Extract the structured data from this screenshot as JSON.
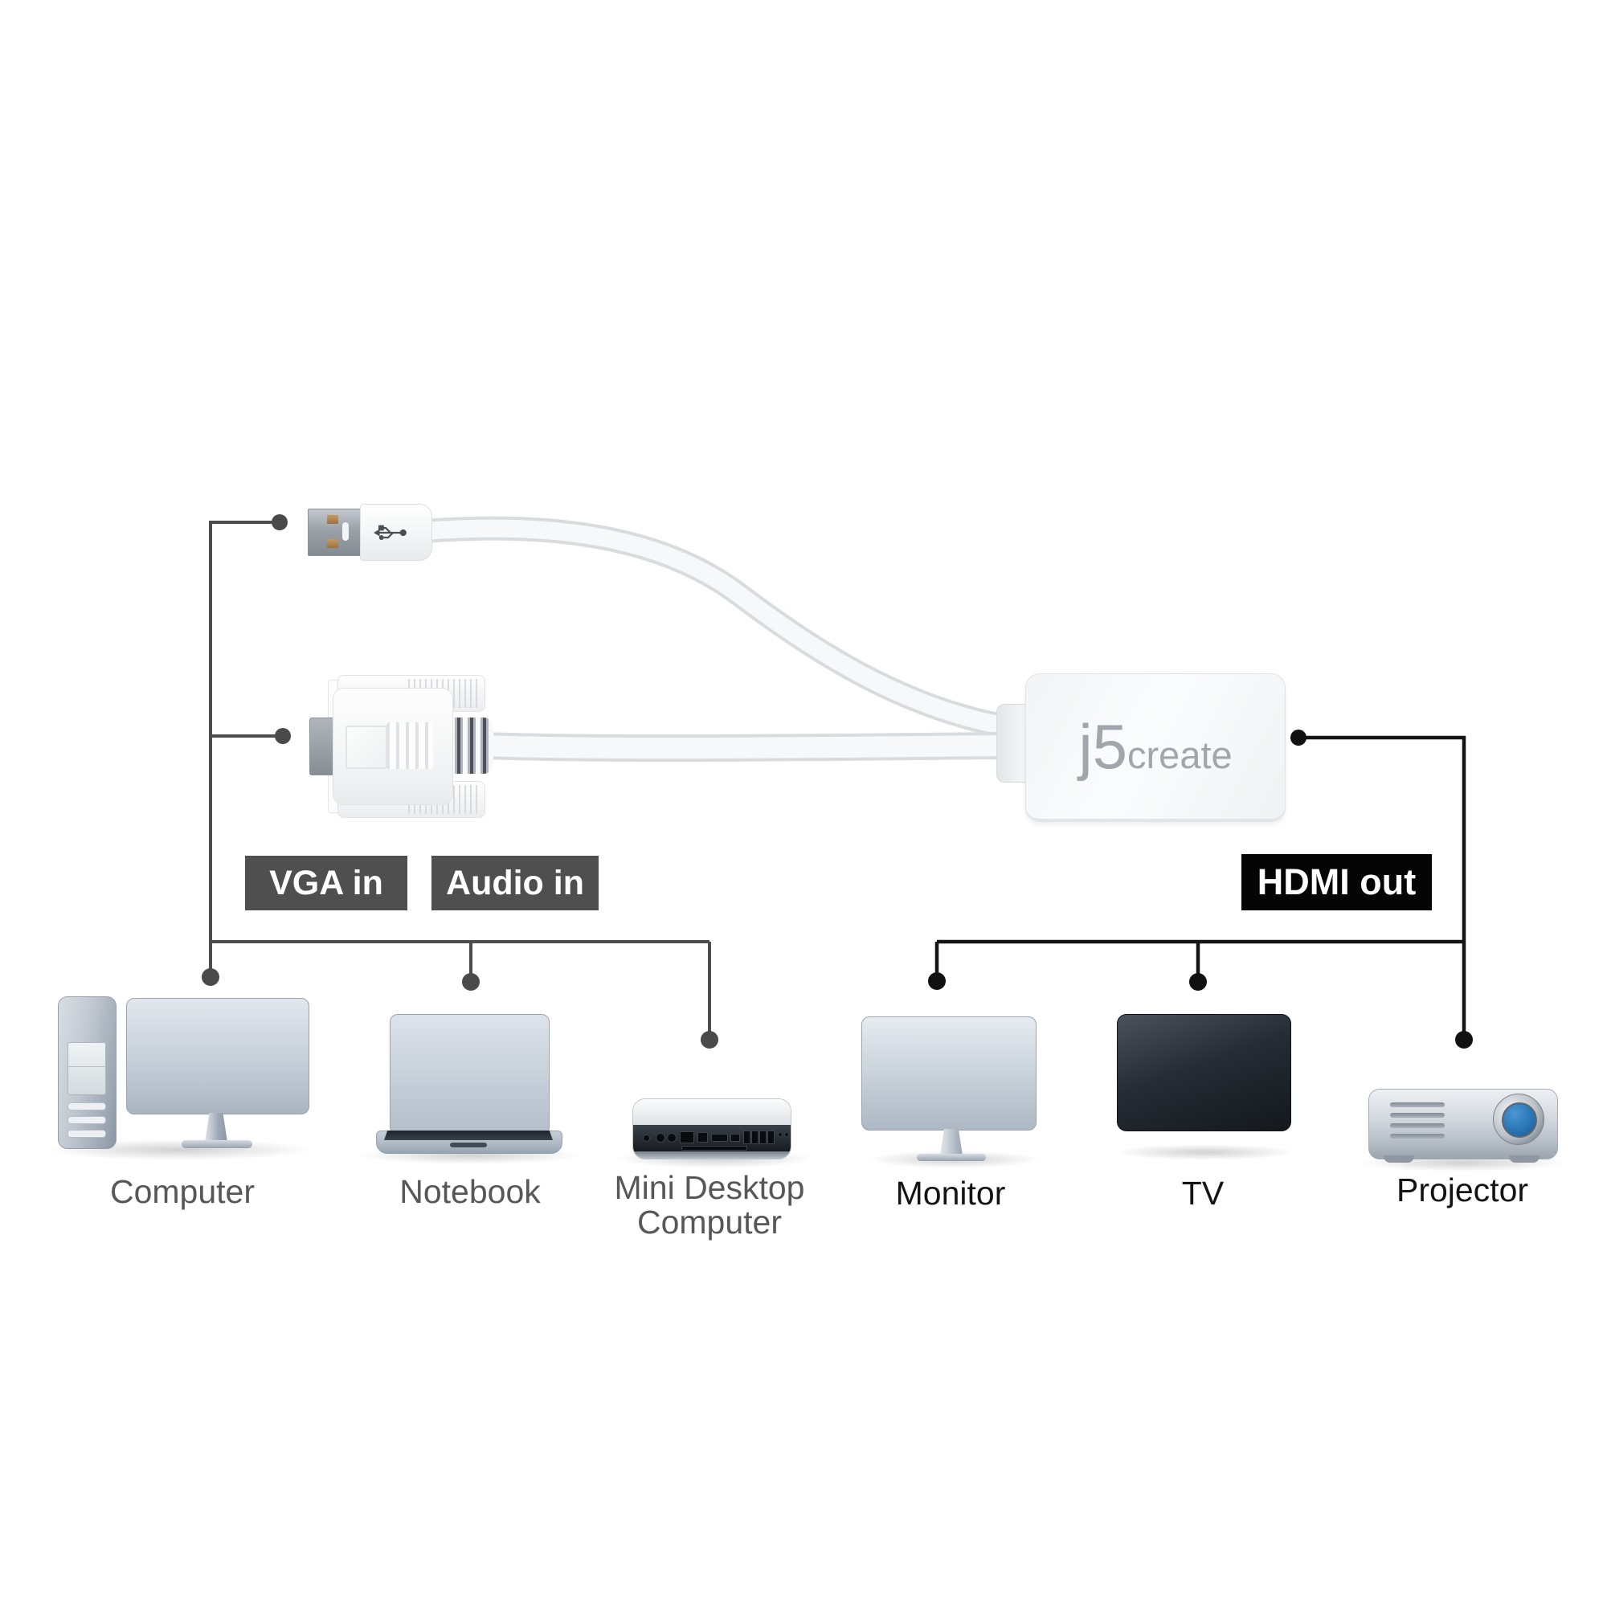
{
  "product": {
    "brand_logo_main": "j5",
    "brand_logo_sub": "create"
  },
  "port_labels": {
    "vga_in": "VGA in",
    "audio_in": "Audio in",
    "hdmi_out": "HDMI out"
  },
  "input_devices": [
    {
      "id": "computer",
      "label": "Computer"
    },
    {
      "id": "notebook",
      "label": "Notebook"
    },
    {
      "id": "mini-desktop-computer",
      "label_line1": "Mini Desktop",
      "label_line2": "Computer"
    }
  ],
  "output_devices": [
    {
      "id": "monitor",
      "label": "Monitor"
    },
    {
      "id": "tv",
      "label": "TV"
    },
    {
      "id": "projector",
      "label": "Projector"
    }
  ],
  "icons": {
    "usb_plug_symbol": "usb-trident-icon"
  },
  "colors": {
    "background": "#ffffff",
    "wire_input_gray": "#4d4d4d",
    "wire_output_black": "#141414",
    "chip_input_bg": "#4f4f4f",
    "chip_output_bg": "#050505",
    "chip_text": "#ffffff",
    "label_input_text": "#575757",
    "label_output_text": "#141414",
    "brand_logo_gray": "#a0a6ac",
    "screen_blue_light": "#57a0d6",
    "screen_blue_dark": "#1e4e84",
    "usb_contact_tan": "#b48a5a"
  }
}
